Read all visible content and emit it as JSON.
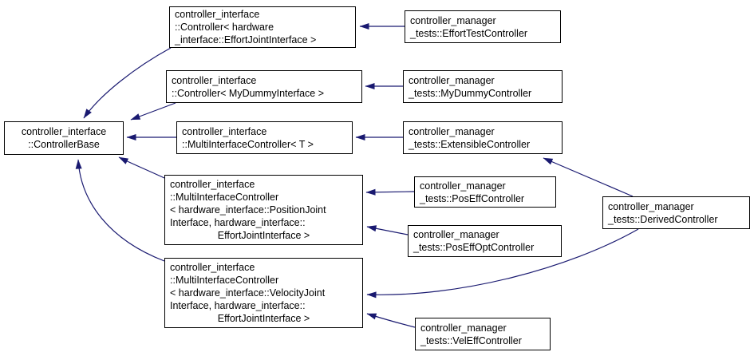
{
  "diagram": {
    "type": "class-inheritance-graph",
    "colors": {
      "edge": "#191970",
      "node_border": "#000000",
      "node_fill": "#ffffff",
      "text": "#000000",
      "background": "#ffffff"
    },
    "nodes": [
      {
        "id": "controller-base",
        "lines": [
          "controller_interface",
          "::ControllerBase"
        ]
      },
      {
        "id": "controller-effort-joint",
        "lines": [
          "controller_interface",
          "::Controller< hardware",
          "_interface::EffortJointInterface >"
        ]
      },
      {
        "id": "effort-test-controller",
        "lines": [
          "controller_manager",
          "_tests::EffortTestController"
        ]
      },
      {
        "id": "controller-mydummy",
        "lines": [
          "controller_interface",
          "::Controller< MyDummyInterface >"
        ]
      },
      {
        "id": "mydummy-controller",
        "lines": [
          "controller_manager",
          "_tests::MyDummyController"
        ]
      },
      {
        "id": "multi-interface-controller-t",
        "lines": [
          "controller_interface",
          "::MultiInterfaceController< T >"
        ]
      },
      {
        "id": "extensible-controller",
        "lines": [
          "controller_manager",
          "_tests::ExtensibleController"
        ]
      },
      {
        "id": "mic-position-effort",
        "lines": [
          "controller_interface",
          "::MultiInterfaceController",
          "< hardware_interface::PositionJoint",
          "Interface, hardware_interface::",
          "EffortJointInterface >"
        ]
      },
      {
        "id": "pos-eff-controller",
        "lines": [
          "controller_manager",
          "_tests::PosEffController"
        ]
      },
      {
        "id": "pos-eff-opt-controller",
        "lines": [
          "controller_manager",
          "_tests::PosEffOptController"
        ]
      },
      {
        "id": "mic-velocity-effort",
        "lines": [
          "controller_interface",
          "::MultiInterfaceController",
          "< hardware_interface::VelocityJoint",
          "Interface, hardware_interface::",
          "EffortJointInterface >"
        ]
      },
      {
        "id": "vel-eff-controller",
        "lines": [
          "controller_manager",
          "_tests::VelEffController"
        ]
      },
      {
        "id": "derived-controller",
        "lines": [
          "controller_manager",
          "_tests::DerivedController"
        ]
      }
    ],
    "edges": [
      {
        "from": "effort-test-controller",
        "to": "controller-effort-joint"
      },
      {
        "from": "controller-effort-joint",
        "to": "controller-base"
      },
      {
        "from": "mydummy-controller",
        "to": "controller-mydummy"
      },
      {
        "from": "controller-mydummy",
        "to": "controller-base"
      },
      {
        "from": "multi-interface-controller-t",
        "to": "controller-base"
      },
      {
        "from": "extensible-controller",
        "to": "multi-interface-controller-t"
      },
      {
        "from": "mic-position-effort",
        "to": "controller-base"
      },
      {
        "from": "mic-velocity-effort",
        "to": "controller-base"
      },
      {
        "from": "pos-eff-controller",
        "to": "mic-position-effort"
      },
      {
        "from": "pos-eff-opt-controller",
        "to": "mic-position-effort"
      },
      {
        "from": "derived-controller",
        "to": "extensible-controller"
      },
      {
        "from": "derived-controller",
        "to": "mic-velocity-effort"
      },
      {
        "from": "vel-eff-controller",
        "to": "mic-velocity-effort"
      }
    ]
  }
}
